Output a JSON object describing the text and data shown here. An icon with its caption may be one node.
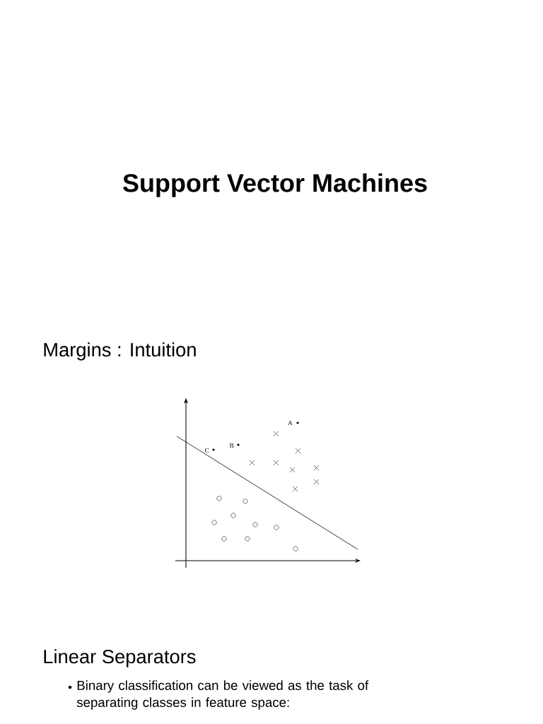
{
  "diagram": {
    "title": "Support Vector Machines",
    "labels": [
      "Margins : Intuition",
      "A",
      "B",
      "C",
      "Linear Separators",
      "Binary classification can be viewed as the task of separating classes in feature space:"
    ]
  }
}
